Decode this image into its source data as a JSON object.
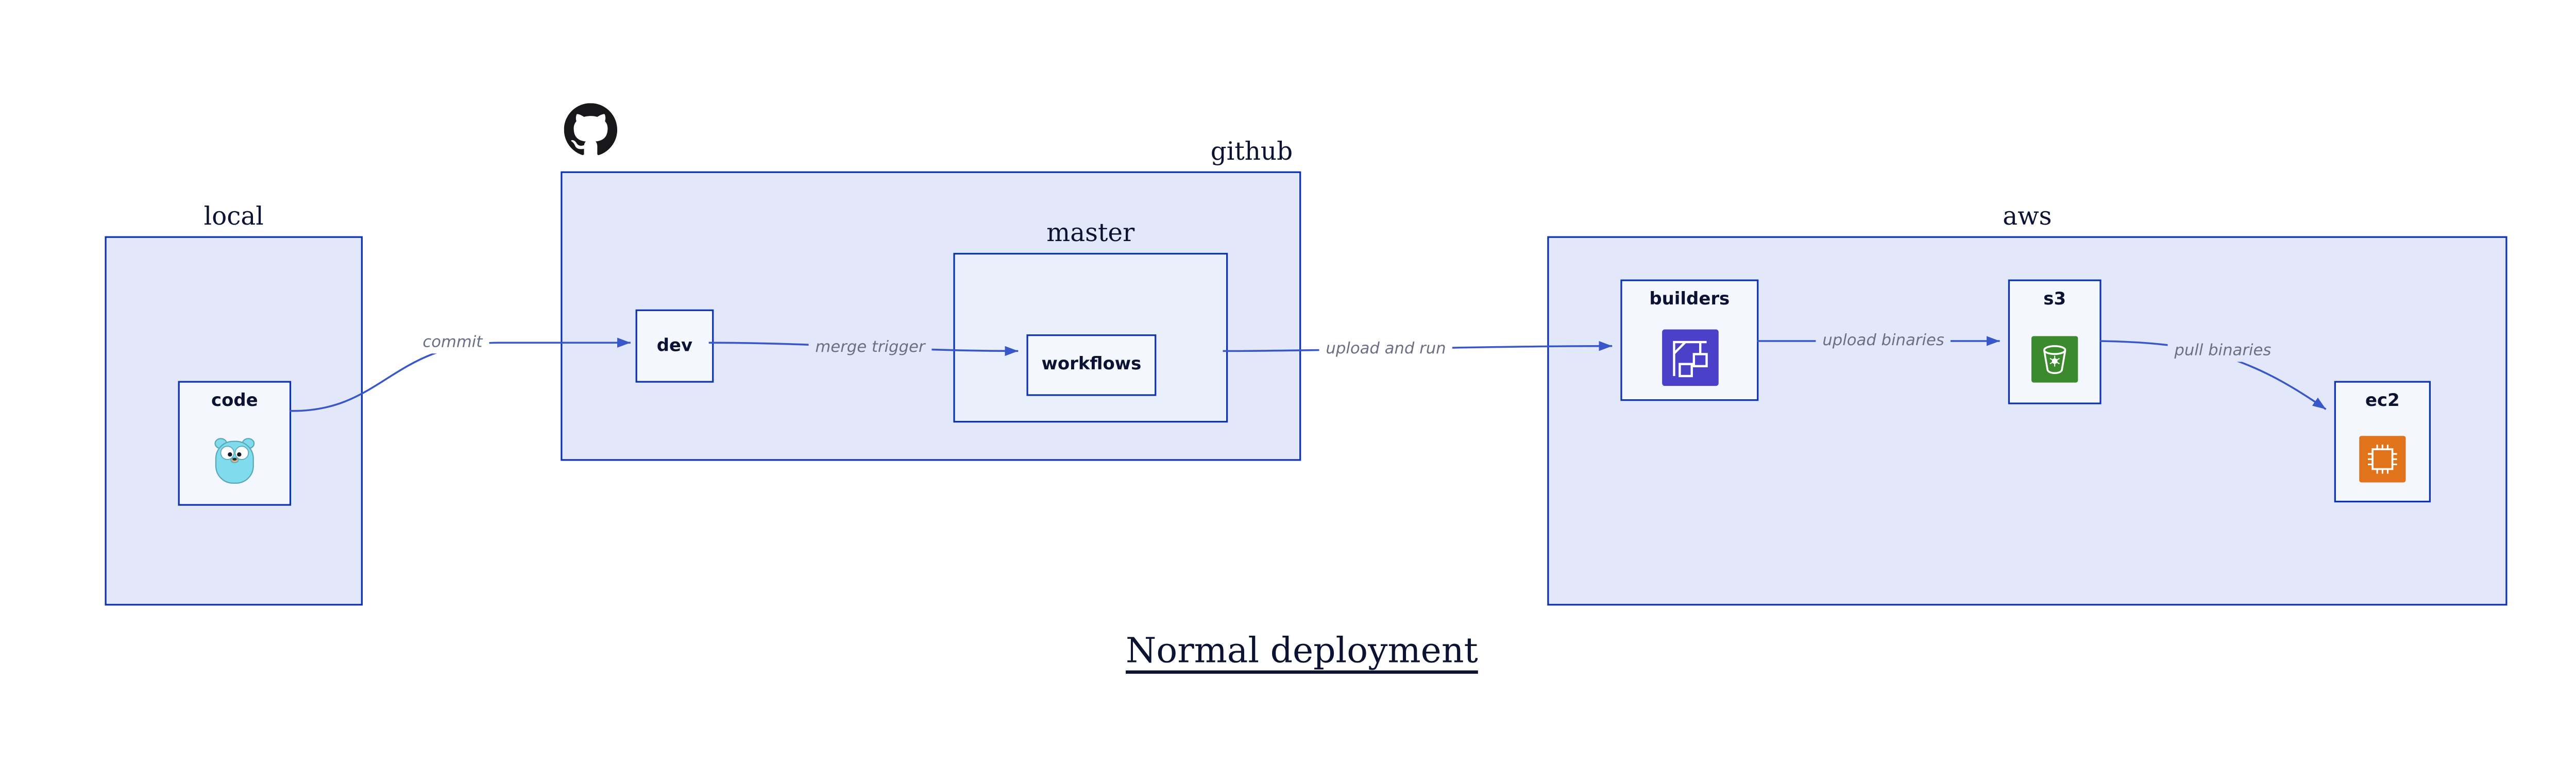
{
  "diagram": {
    "title": "Normal deployment",
    "containers": {
      "local": {
        "label": "local"
      },
      "github": {
        "label": "github"
      },
      "master": {
        "label": "master"
      },
      "aws": {
        "label": "aws"
      }
    },
    "nodes": {
      "code": {
        "label": "code",
        "icon": "gopher-icon"
      },
      "dev": {
        "label": "dev"
      },
      "workflows": {
        "label": "workflows"
      },
      "builders": {
        "label": "builders",
        "icon": "aws-codebuild-icon"
      },
      "s3": {
        "label": "s3",
        "icon": "aws-s3-bucket-icon"
      },
      "ec2": {
        "label": "ec2",
        "icon": "aws-ec2-chip-icon"
      }
    },
    "edges": [
      {
        "from": "code",
        "to": "dev",
        "label": "commit"
      },
      {
        "from": "dev",
        "to": "workflows",
        "label": "merge trigger"
      },
      {
        "from": "master",
        "to": "builders",
        "label": "upload and run"
      },
      {
        "from": "builders",
        "to": "s3",
        "label": "upload binaries"
      },
      {
        "from": "s3",
        "to": "ec2",
        "label": "pull binaries"
      }
    ],
    "icons": {
      "github_logo": "github-octocat-icon"
    }
  },
  "colors": {
    "page-bg": "#ffffff",
    "container-fill": "#e2e8fa",
    "nested-fill": "#eaeffc",
    "node-fill": "#f4f7fd",
    "border": "#0d32b2",
    "edge": "#3857c9",
    "edge-label": "#6a6f83",
    "text": "#0c1231",
    "codebuild-purple": "#4b41c8",
    "s3-green": "#3c8a2e",
    "ec2-orange": "#e1731b",
    "gopher-teal": "#80dcec",
    "github-black": "#18181b"
  }
}
